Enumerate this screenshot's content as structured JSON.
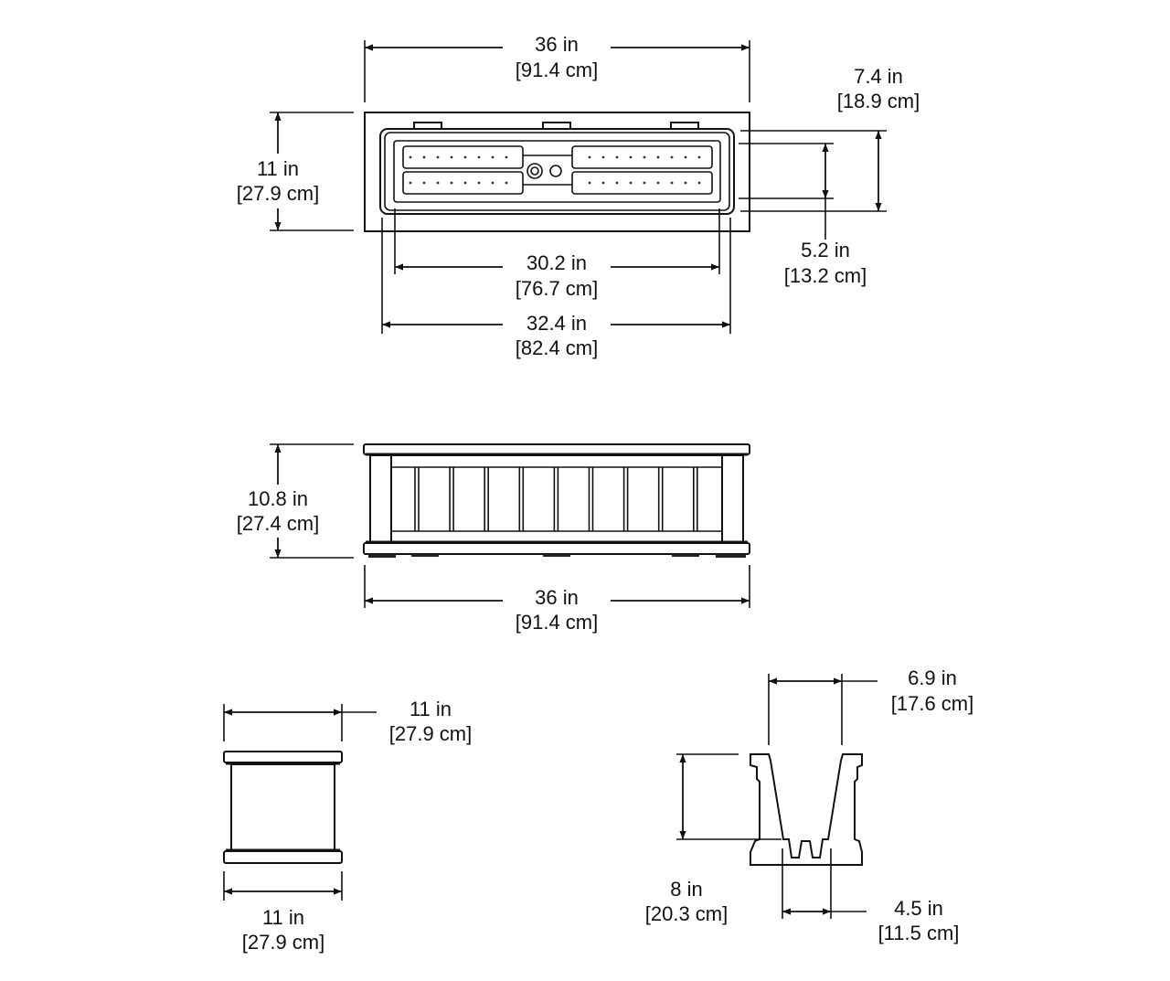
{
  "top_view": {
    "overall_length": {
      "imperial": "36 in",
      "metric": "[91.4 cm]"
    },
    "overall_width": {
      "imperial": "11 in",
      "metric": "[27.9 cm]"
    },
    "insert_outer_width": {
      "imperial": "7.4 in",
      "metric": "[18.9 cm]"
    },
    "insert_inner_width": {
      "imperial": "5.2 in",
      "metric": "[13.2 cm]"
    },
    "insert_inner_length": {
      "imperial": "30.2 in",
      "metric": "[76.7 cm]"
    },
    "insert_outer_length": {
      "imperial": "32.4 in",
      "metric": "[82.4 cm]"
    }
  },
  "front_view": {
    "height": {
      "imperial": "10.8 in",
      "metric": "[27.4 cm]"
    },
    "length": {
      "imperial": "36 in",
      "metric": "[91.4 cm]"
    }
  },
  "end_view": {
    "top_width": {
      "imperial": "11 in",
      "metric": "[27.9 cm]"
    },
    "bottom_width": {
      "imperial": "11 in",
      "metric": "[27.9 cm]"
    }
  },
  "section_view": {
    "top_opening": {
      "imperial": "6.9 in",
      "metric": "[17.6 cm]"
    },
    "depth": {
      "imperial": "8 in",
      "metric": "[20.3 cm]"
    },
    "bottom_width": {
      "imperial": "4.5 in",
      "metric": "[11.5 cm]"
    }
  }
}
